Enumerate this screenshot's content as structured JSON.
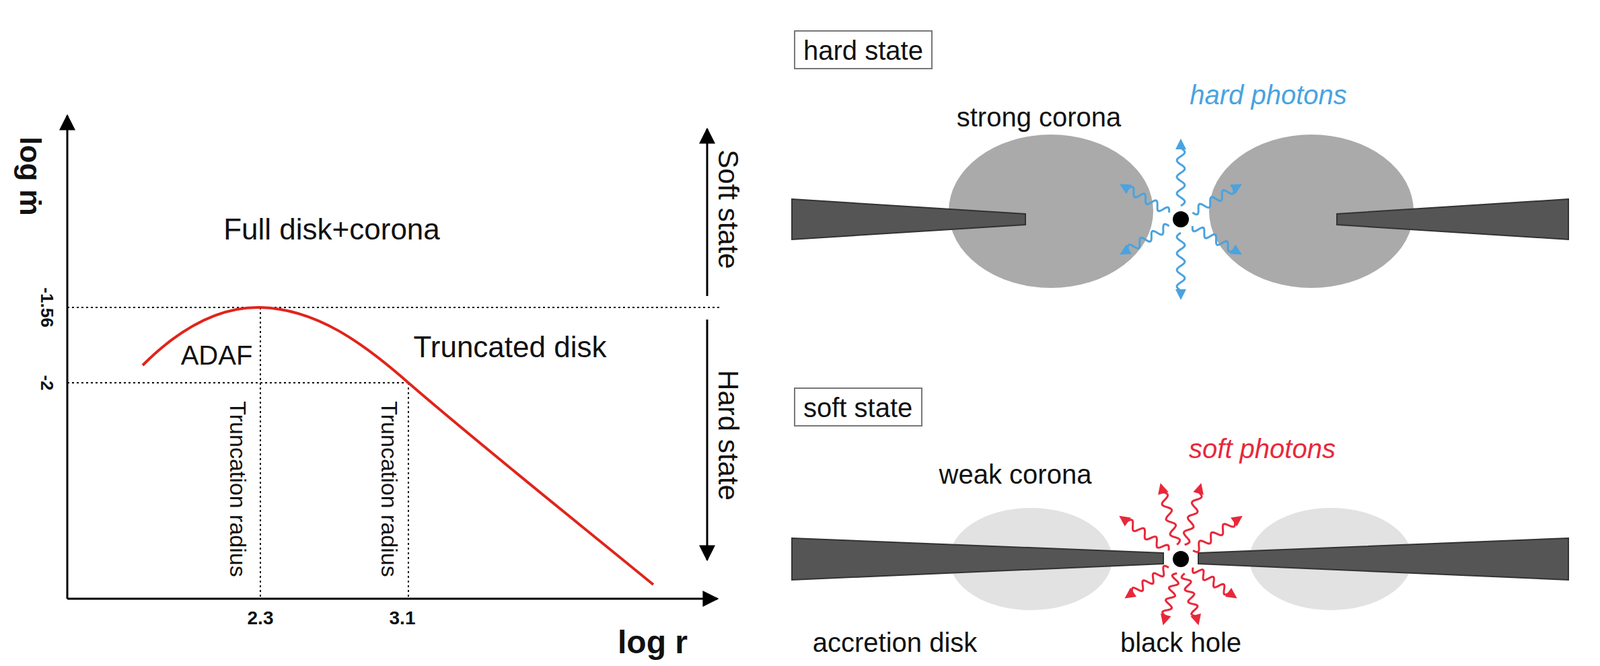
{
  "diagram": {
    "nodes": [
      {
        "text": [
          "hard state"
        ]
      },
      {
        "text": [
          "soft state"
        ]
      }
    ],
    "labels": [
      "log ṁ",
      "-1.56",
      "-2",
      "Full disk+corona",
      "ADAF",
      "Truncated disk",
      "Truncation radius",
      "Truncation radius",
      "2.3",
      "3.1",
      "log r",
      "Soft state",
      "Hard state",
      "strong corona",
      "hard photons",
      "weak corona",
      "soft photons",
      "accretion disk",
      "black hole"
    ]
  }
}
